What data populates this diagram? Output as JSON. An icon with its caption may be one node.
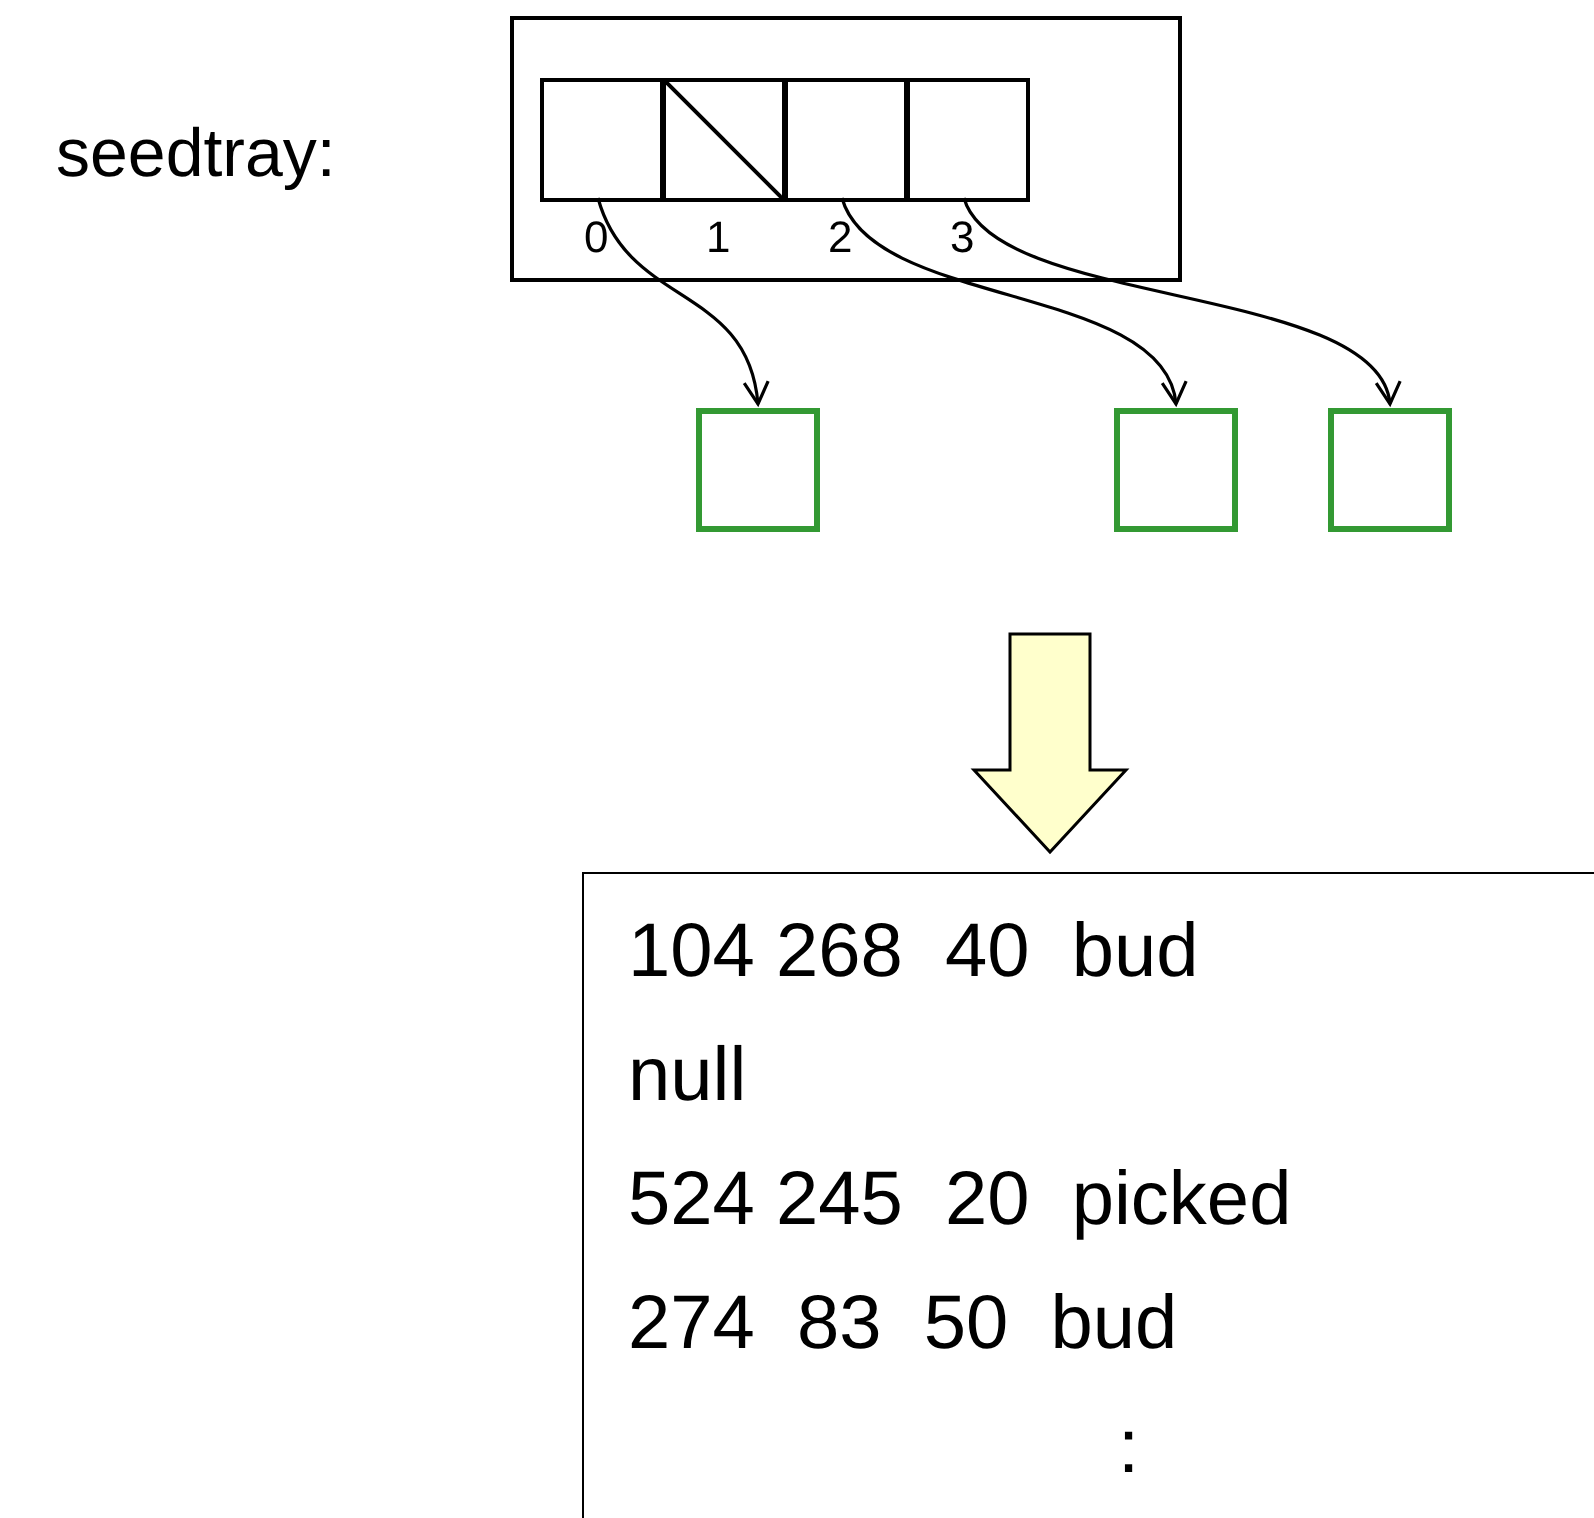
{
  "diagram": {
    "nodes": [
      {
        "text": [],
        "shape": "box",
        "beside": [
          "seedtray:"
        ]
      },
      {
        "text": [],
        "shape": "box",
        "in": 0,
        "beside": [
          "0"
        ]
      },
      {
        "text": [],
        "shape": "box",
        "in": 0,
        "beside": [
          "1"
        ]
      },
      {
        "text": [],
        "shape": "box",
        "in": 0,
        "beside": [
          "2"
        ]
      },
      {
        "text": [],
        "shape": "box",
        "in": 0,
        "beside": [
          "3"
        ]
      },
      {
        "text": [],
        "shape": "box"
      },
      {
        "text": [],
        "shape": "box"
      },
      {
        "text": [],
        "shape": "box"
      },
      {
        "text": [
          "104 268  40  bud",
          "null",
          "524 245  20  picked",
          "274  83  50  bud",
          ":"
        ]
      }
    ],
    "edges": [
      {
        "from": 1,
        "to": 5,
        "arrow": "to"
      },
      {
        "from": 3,
        "to": 6,
        "arrow": "to"
      },
      {
        "from": 4,
        "to": 7,
        "arrow": "to"
      },
      {
        "from": null,
        "to": 8,
        "arrow": "to",
        "style": "thick",
        "color": "#ffffcc"
      }
    ]
  }
}
